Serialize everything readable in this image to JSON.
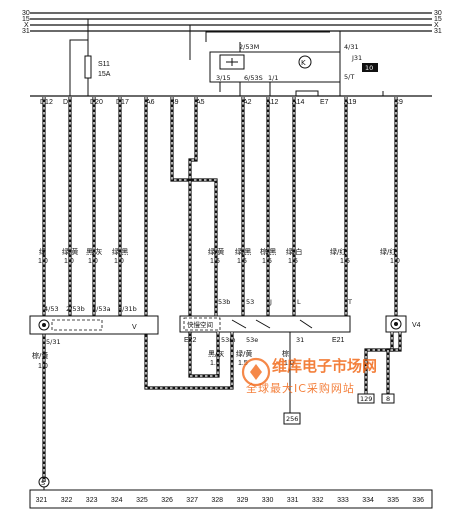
{
  "bus_lines": {
    "left": [
      "30",
      "15",
      "X",
      "31"
    ],
    "right": [
      "30",
      "15",
      "X",
      "31"
    ]
  },
  "fuse": {
    "id": "S11",
    "rating": "15A"
  },
  "relay": {
    "symbol": "K",
    "pins": [
      "2/53M",
      "3/15",
      "6/53S",
      "1/1",
      "4/31",
      "5/T"
    ],
    "ref": "J31",
    "tag": "10"
  },
  "connectors_top": [
    "D12",
    "D9",
    "D20",
    "D17",
    "A6",
    "B9",
    "A5",
    "A2",
    "A12",
    "A14",
    "E7",
    "A19",
    "C9"
  ],
  "wire_labels": [
    {
      "color": "绿",
      "size": "1.0"
    },
    {
      "color": "绿/黄",
      "size": "1.0"
    },
    {
      "color": "黑/灰",
      "size": "1.0"
    },
    {
      "color": "绿/黑",
      "size": "1.0"
    },
    {
      "color": "绿/黄",
      "size": "1.5"
    },
    {
      "color": "绿/黑",
      "size": "1.5"
    },
    {
      "color": "棕/黑",
      "size": "1.5"
    },
    {
      "color": "绿/白",
      "size": "1.5"
    },
    {
      "color": "绿/红",
      "size": "1.5"
    },
    {
      "color": "绿/红",
      "size": "1.0"
    }
  ],
  "module_v": {
    "pins": [
      "4/53",
      "2/53b",
      "1/53a",
      "3/31b"
    ],
    "label": "V",
    "bottom_pin": "5/31"
  },
  "switch_e22": {
    "pins": [
      "53b",
      "53",
      "J",
      "L",
      "T"
    ],
    "inner": "快慢空间",
    "label": "E22",
    "extra": "E21",
    "bottom": [
      "53m",
      "53e",
      "31"
    ]
  },
  "wiper_v4": {
    "label": "V4"
  },
  "lower_wires": [
    {
      "color": "黑/灰",
      "size": "1.5"
    },
    {
      "color": "绿/黄",
      "size": "1.5"
    },
    {
      "color": "棕",
      "size": "1.0"
    }
  ],
  "ground_wire": {
    "color": "棕/黄",
    "size": "1.0"
  },
  "ground_point": "S",
  "refs": [
    "256",
    "129",
    "8"
  ],
  "watermark": {
    "line1": "维库电子市场网",
    "line2": "全球最大IC采购网站"
  },
  "bottom_numbers": [
    "321",
    "322",
    "323",
    "324",
    "325",
    "326",
    "327",
    "328",
    "329",
    "330",
    "331",
    "332",
    "333",
    "334",
    "335",
    "336"
  ]
}
